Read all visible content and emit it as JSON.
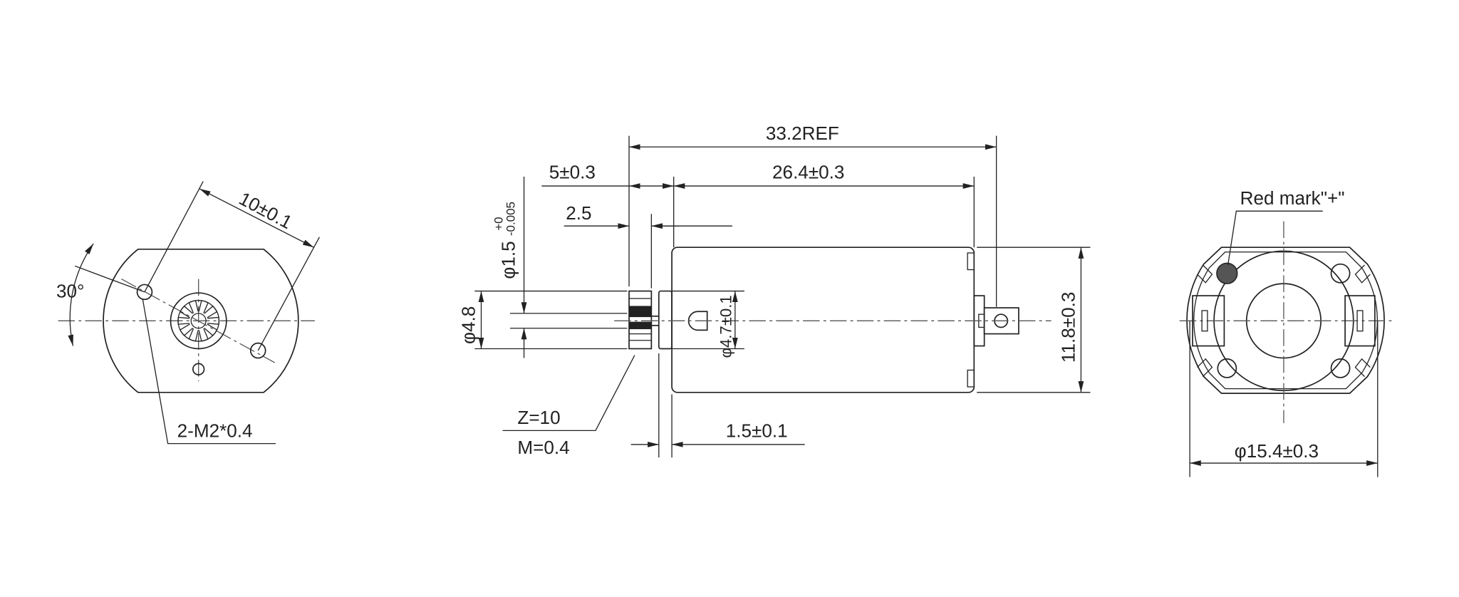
{
  "drawing": {
    "front_view": {
      "pitch_dim": "10±0.1",
      "angle": "30°",
      "holes_callout": "2-M2*0.4"
    },
    "side_view": {
      "overall_length": "33.2REF",
      "shaft_length": "5±0.3",
      "body_length": "26.4±0.3",
      "gear_offset": "2.5",
      "shaft_dia_main": "φ1.5",
      "shaft_dia_upper_tol": "+0",
      "shaft_dia_lower_tol": "-0.005",
      "gear_dia": "φ4.8",
      "boss_dia": "φ4.7±0.1",
      "body_height": "11.8±0.3",
      "gear_teeth": "Z=10",
      "gear_module": "M=0.4",
      "boss_length": "1.5±0.1"
    },
    "rear_view": {
      "polarity_callout": "Red mark\"+\"",
      "body_dia": "φ15.4±0.3"
    },
    "colors": {
      "line": "#222222",
      "red_mark_fill": "#555555"
    }
  }
}
